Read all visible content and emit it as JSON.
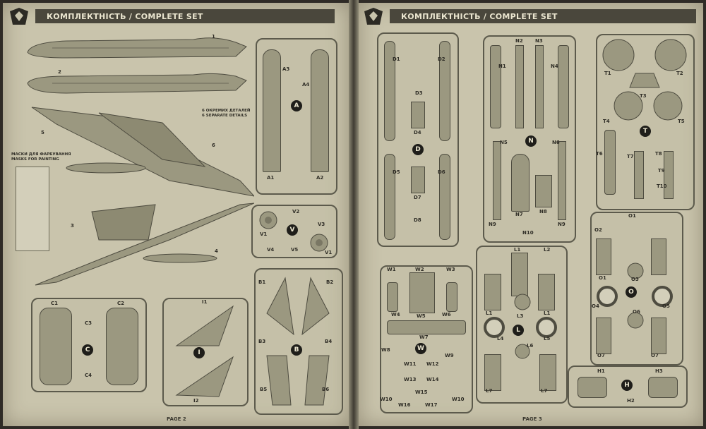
{
  "header": {
    "title": "КОМПЛЕКТНІСТЬ / COMPLETE SET"
  },
  "footer": {
    "left": "PAGE 2",
    "right": "PAGE 3"
  },
  "left": {
    "note_details": [
      "6 ОКРЕМИХ ДЕТАЛЕЙ",
      "6 SEPARATE DETAILS"
    ],
    "note_masks": [
      "МАСКИ ДЛЯ ФАРБУВАННЯ",
      "MASKS FOR PAINTING"
    ],
    "big_parts": [
      "1",
      "2",
      "3",
      "4",
      "5",
      "6"
    ],
    "sprue_a": {
      "badge": "A",
      "labels": [
        "A3",
        "A4",
        "A1",
        "A2"
      ]
    },
    "sprue_v": {
      "badge": "V",
      "labels": [
        "V2",
        "V3",
        "V1",
        "V1",
        "V4",
        "V5"
      ]
    },
    "sprue_c": {
      "badge": "C",
      "labels": [
        "C1",
        "C2",
        "C3",
        "C4"
      ]
    },
    "sprue_i": {
      "badge": "I",
      "labels": [
        "I1",
        "I2"
      ]
    },
    "sprue_b": {
      "badge": "B",
      "labels": [
        "B1",
        "B2",
        "B3",
        "B4",
        "B5",
        "B6"
      ]
    }
  },
  "right": {
    "sprue_d": {
      "badge": "D",
      "labels": [
        "D1",
        "D2",
        "D3",
        "D4",
        "D5",
        "D6",
        "D7",
        "D8"
      ]
    },
    "sprue_n": {
      "badge": "N",
      "labels": [
        "N1",
        "N2",
        "N3",
        "N4",
        "N5",
        "N6",
        "N7",
        "N8",
        "N9",
        "N10",
        "N9"
      ]
    },
    "sprue_t": {
      "badge": "T",
      "labels": [
        "T1",
        "T2",
        "T3",
        "T4",
        "T5",
        "T6",
        "T7",
        "T8",
        "T9",
        "T10"
      ]
    },
    "sprue_w": {
      "badge": "W",
      "labels": [
        "W1",
        "W2",
        "W3",
        "W4",
        "W5",
        "W6",
        "W7",
        "W8",
        "W9",
        "W10",
        "W11",
        "W12",
        "W13",
        "W14",
        "W15",
        "W16",
        "W17",
        "W10"
      ]
    },
    "sprue_l": {
      "badge": "L",
      "labels": [
        "L1",
        "L2",
        "L1",
        "L3",
        "L1",
        "L4",
        "L5",
        "L6",
        "L7",
        "L7"
      ]
    },
    "sprue_o": {
      "badge": "O",
      "labels": [
        "O1",
        "O2",
        "O1",
        "O3",
        "O4",
        "O5",
        "O6",
        "O7",
        "O7"
      ]
    },
    "sprue_h": {
      "badge": "H",
      "labels": [
        "H1",
        "H2",
        "H3"
      ]
    }
  }
}
